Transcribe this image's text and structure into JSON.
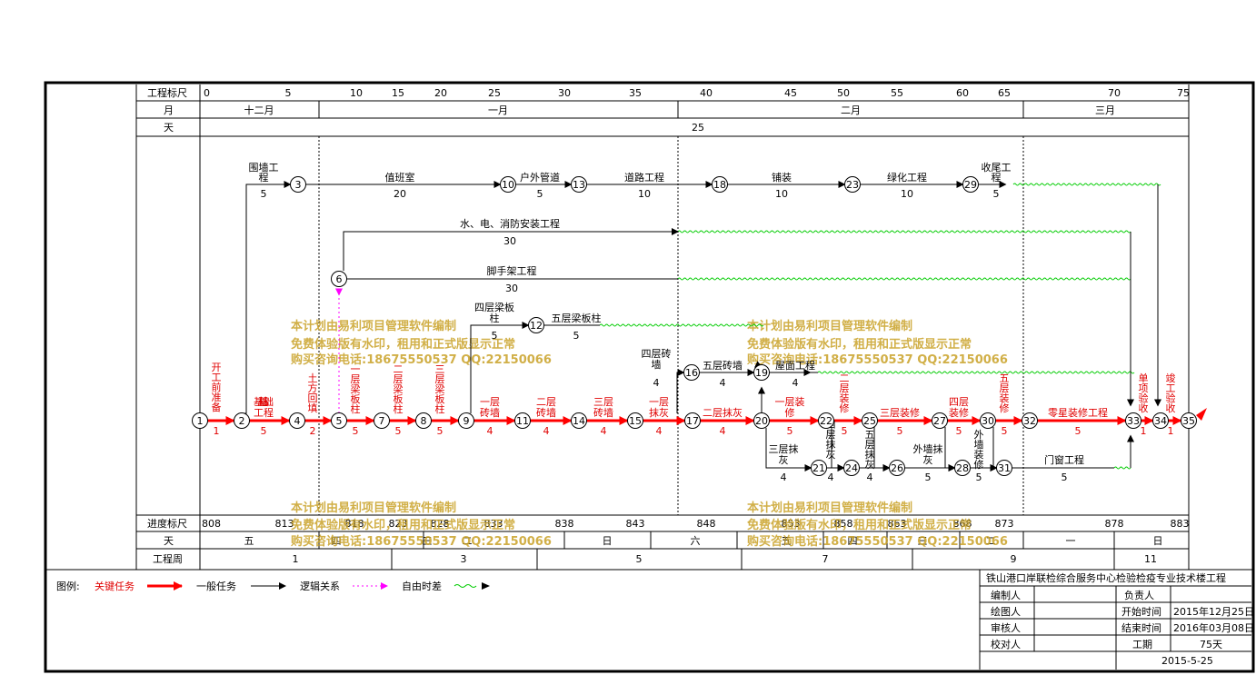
{
  "rulers": {
    "top_label": "工程标尺",
    "top_ticks": [
      "0",
      "5",
      "10",
      "15",
      "20",
      "25",
      "30",
      "35",
      "40",
      "45",
      "50",
      "55",
      "60",
      "65",
      "70",
      "75"
    ],
    "month_label": "月",
    "months": [
      "十二月",
      "一月",
      "二月",
      "三月"
    ],
    "day_label": "天",
    "day_value": "25",
    "bottom_label": "进度标尺",
    "bottom_ticks": [
      "808",
      "813",
      "818",
      "823",
      "828",
      "833",
      "838",
      "843",
      "848",
      "853",
      "858",
      "863",
      "868",
      "873",
      "878",
      "883"
    ],
    "weekday_label": "天",
    "weekdays": [
      "五",
      "四",
      "三",
      "二",
      "日",
      "六",
      "五",
      "四",
      "三",
      "二",
      "一",
      "日"
    ],
    "week_label": "工程周",
    "weeks": [
      "1",
      "3",
      "5",
      "7",
      "9",
      "11"
    ]
  },
  "nodes": [
    "1",
    "2",
    "3",
    "4",
    "5",
    "6",
    "7",
    "8",
    "9",
    "10",
    "11",
    "12",
    "13",
    "14",
    "15",
    "16",
    "17",
    "18",
    "19",
    "20",
    "21",
    "22",
    "23",
    "24",
    "25",
    "26",
    "27",
    "28",
    "29",
    "30",
    "31",
    "32",
    "33",
    "34",
    "35"
  ],
  "critical_tasks": [
    {
      "name": "开工前准备",
      "duration": "1"
    },
    {
      "name": "基础工程",
      "duration": "5"
    },
    {
      "name": "土方回填",
      "duration": "2"
    },
    {
      "name": "一层梁板柱",
      "duration": "5"
    },
    {
      "name": "二层梁板柱",
      "duration": "5"
    },
    {
      "name": "三层梁板柱",
      "duration": "5"
    },
    {
      "name": "一层砖墙",
      "duration": "4"
    },
    {
      "name": "二层砖墙",
      "duration": "4"
    },
    {
      "name": "三层砖墙",
      "duration": "4"
    },
    {
      "name": "一层抹灰",
      "duration": "4"
    },
    {
      "name": "二层抹灰",
      "duration": "4"
    },
    {
      "name": "一层装修",
      "duration": "5"
    },
    {
      "name": "二层装修",
      "duration": "5"
    },
    {
      "name": "三层装修",
      "duration": "5"
    },
    {
      "name": "四层装修",
      "duration": "5"
    },
    {
      "name": "五层装修",
      "duration": "5"
    },
    {
      "name": "零星装修工程",
      "duration": "5"
    },
    {
      "name": "单项验收",
      "duration": "1"
    },
    {
      "name": "竣工验收",
      "duration": "1"
    }
  ],
  "general_tasks": [
    {
      "name": "围墙工程",
      "duration": "5"
    },
    {
      "name": "值班室",
      "duration": "20"
    },
    {
      "name": "户外管道",
      "duration": "5"
    },
    {
      "name": "道路工程",
      "duration": "10"
    },
    {
      "name": "铺装",
      "duration": "10"
    },
    {
      "name": "绿化工程",
      "duration": "10"
    },
    {
      "name": "收尾工程",
      "duration": "5"
    },
    {
      "name": "水、电、消防安装工程",
      "duration": "30"
    },
    {
      "name": "脚手架工程",
      "duration": "30"
    },
    {
      "name": "四层梁板柱",
      "duration": "5"
    },
    {
      "name": "五层梁板柱",
      "duration": "5"
    },
    {
      "name": "四层砖墙",
      "duration": "4"
    },
    {
      "name": "五层砖墙",
      "duration": "4"
    },
    {
      "name": "屋面工程",
      "duration": "4"
    },
    {
      "name": "三层抹灰",
      "duration": "4"
    },
    {
      "name": "四层抹灰",
      "duration": "4"
    },
    {
      "name": "五层抹灰",
      "duration": "4"
    },
    {
      "name": "外墙抹灰",
      "duration": "5"
    },
    {
      "name": "外墙装修",
      "duration": "5"
    },
    {
      "name": "门窗工程",
      "duration": "5"
    }
  ],
  "watermark": {
    "line1": "本计划由易利项目管理软件编制",
    "line2": "免费体验版有水印，租用和正式版显示正常",
    "line3": "购买咨询电话:18675550537 QQ:22150066"
  },
  "legend": {
    "title": "图例:",
    "critical": "关键任务",
    "general": "一般任务",
    "logic": "逻辑关系",
    "float": "自由时差"
  },
  "info": {
    "project": "铁山港口岸联检综合服务中心检验检疫专业技术楼工程",
    "editor_label": "编制人",
    "drawer_label": "绘图人",
    "reviewer_label": "审核人",
    "checker_label": "校对人",
    "owner_label": "负责人",
    "start_label": "开始时间",
    "start_value": "2015年12月25日",
    "end_label": "结束时间",
    "end_value": "2016年03月08日",
    "duration_label": "工期",
    "duration_value": "75天",
    "date": "2015-5-25"
  },
  "colors": {
    "critical": "#ff0000",
    "general": "#000000",
    "float": "#00cc00",
    "free": "#ff00ff",
    "watermark": "#c9a227"
  }
}
